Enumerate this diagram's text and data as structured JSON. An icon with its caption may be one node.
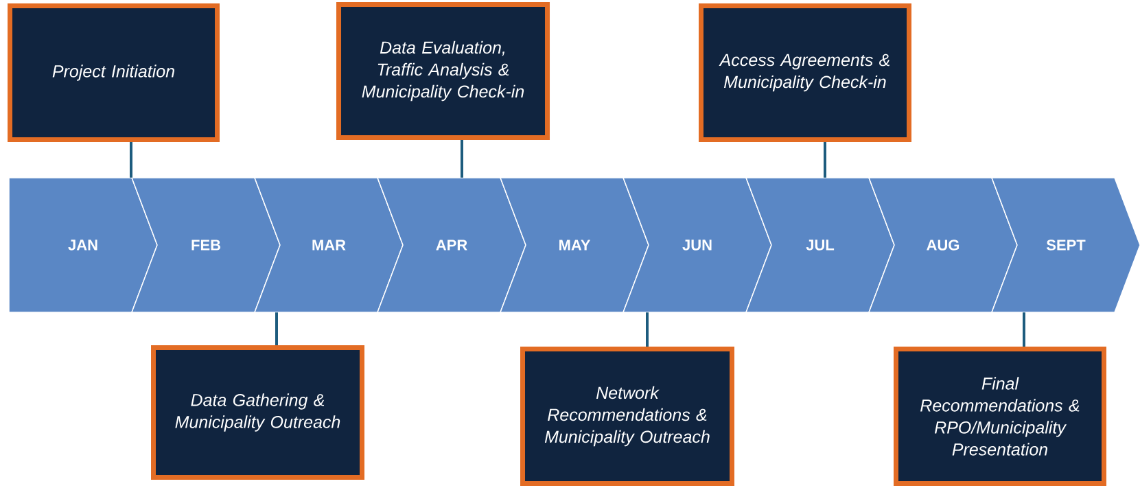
{
  "diagram": {
    "nodes": [
      {
        "text": [
          "Project Initiation"
        ]
      },
      {
        "text": [
          "Data Evaluation, Traffic Analysis & Municipality Check-in"
        ]
      },
      {
        "text": [
          "Access Agreements & Municipality Check-in"
        ]
      },
      {
        "text": [
          "JAN"
        ]
      },
      {
        "text": [
          "FEB"
        ]
      },
      {
        "text": [
          "MAR"
        ]
      },
      {
        "text": [
          "APR"
        ]
      },
      {
        "text": [
          "MAY"
        ]
      },
      {
        "text": [
          "JUN"
        ]
      },
      {
        "text": [
          "JUL"
        ]
      },
      {
        "text": [
          "AUG"
        ]
      },
      {
        "text": [
          "SEPT"
        ]
      },
      {
        "text": [
          "Data Gathering & Municipality Outreach"
        ]
      },
      {
        "text": [
          "Network Recommendations & Municipality Outreach"
        ]
      },
      {
        "text": [
          "Final Recommendations & RPO/Municipality Presentation"
        ]
      }
    ],
    "edges": [
      {
        "from": 0,
        "to": 3,
        "arrow": "none"
      },
      {
        "from": 1,
        "to": 6,
        "arrow": "none"
      },
      {
        "from": 2,
        "to": 9,
        "arrow": "none"
      },
      {
        "from": 12,
        "to": 5,
        "arrow": "none"
      },
      {
        "from": 13,
        "to": 8,
        "arrow": "none"
      },
      {
        "from": 14,
        "to": 11,
        "arrow": "none"
      }
    ]
  }
}
